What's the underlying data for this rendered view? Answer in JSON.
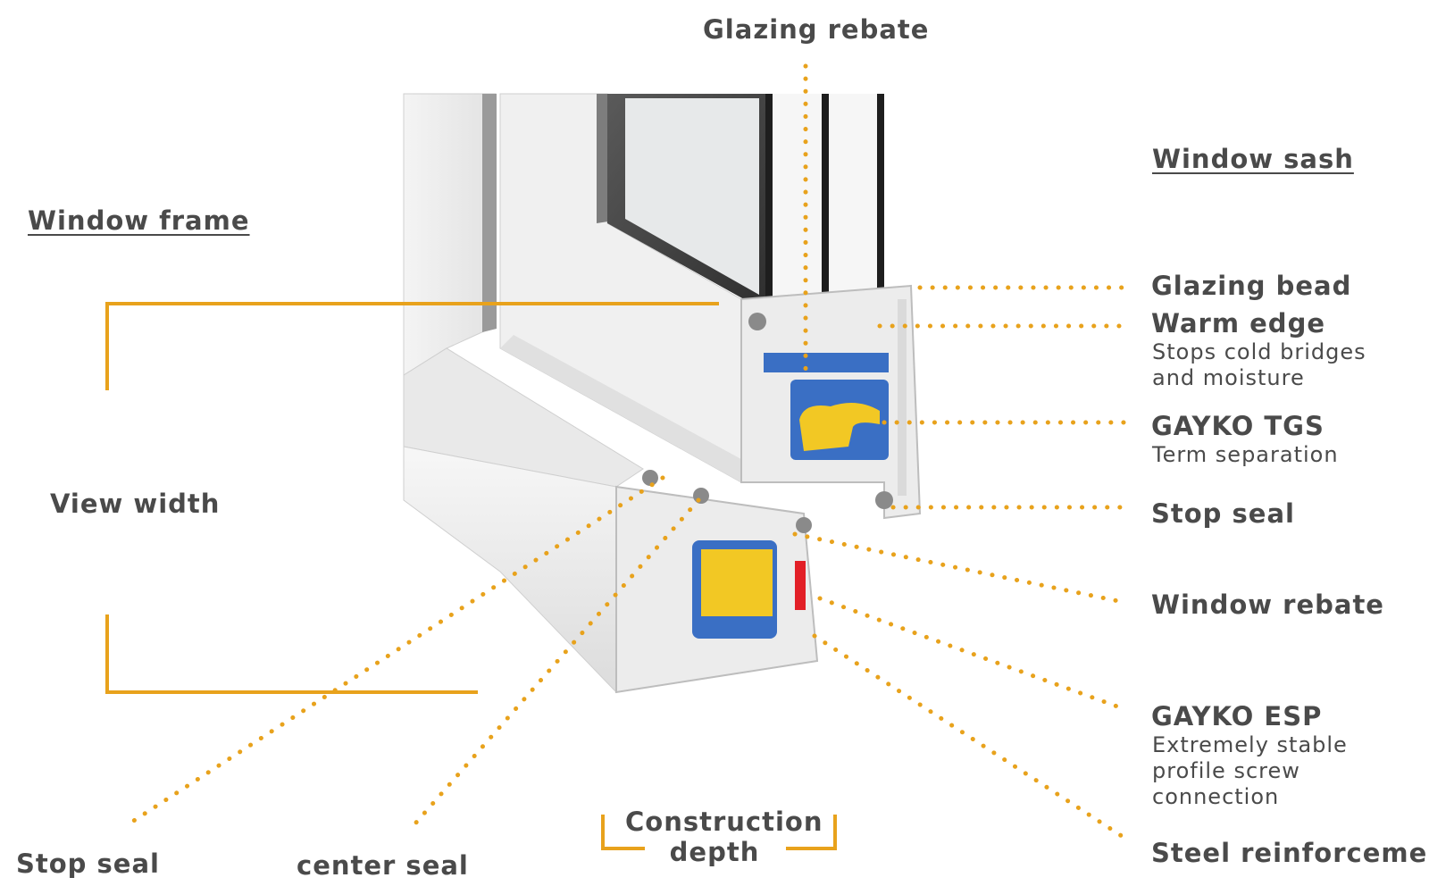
{
  "labels": {
    "glazing_rebate": "Glazing rebate",
    "window_sash": "Window sash",
    "window_frame": "Window frame",
    "glazing_bead": "Glazing bead",
    "warm_edge": "Warm edge",
    "warm_edge_desc_1": "Stops cold bridges",
    "warm_edge_desc_2": "and moisture",
    "gayko_tgs": "GAYKO TGS",
    "gayko_tgs_desc": "Term separation",
    "stop_seal_right": "Stop seal",
    "view_width": "View width",
    "window_rebate": "Window rebate",
    "gayko_esp": "GAYKO ESP",
    "gayko_esp_desc_1": "Extremely stable",
    "gayko_esp_desc_2": "profile screw",
    "gayko_esp_desc_3": "connection",
    "steel_reinforcement": "Steel reinforcement",
    "stop_seal_left": "Stop seal",
    "center_seal": "center seal",
    "construction_depth_1": "Construction",
    "construction_depth_2": "depth"
  },
  "colors": {
    "accent": "#e8a21c",
    "text": "#4a4a4a",
    "profile": "#eeeeee",
    "profile_shadow": "#d4d4d4",
    "steel": "#f2c824",
    "insulator": "#3a6fc4",
    "glass": "#2a2a2a"
  }
}
